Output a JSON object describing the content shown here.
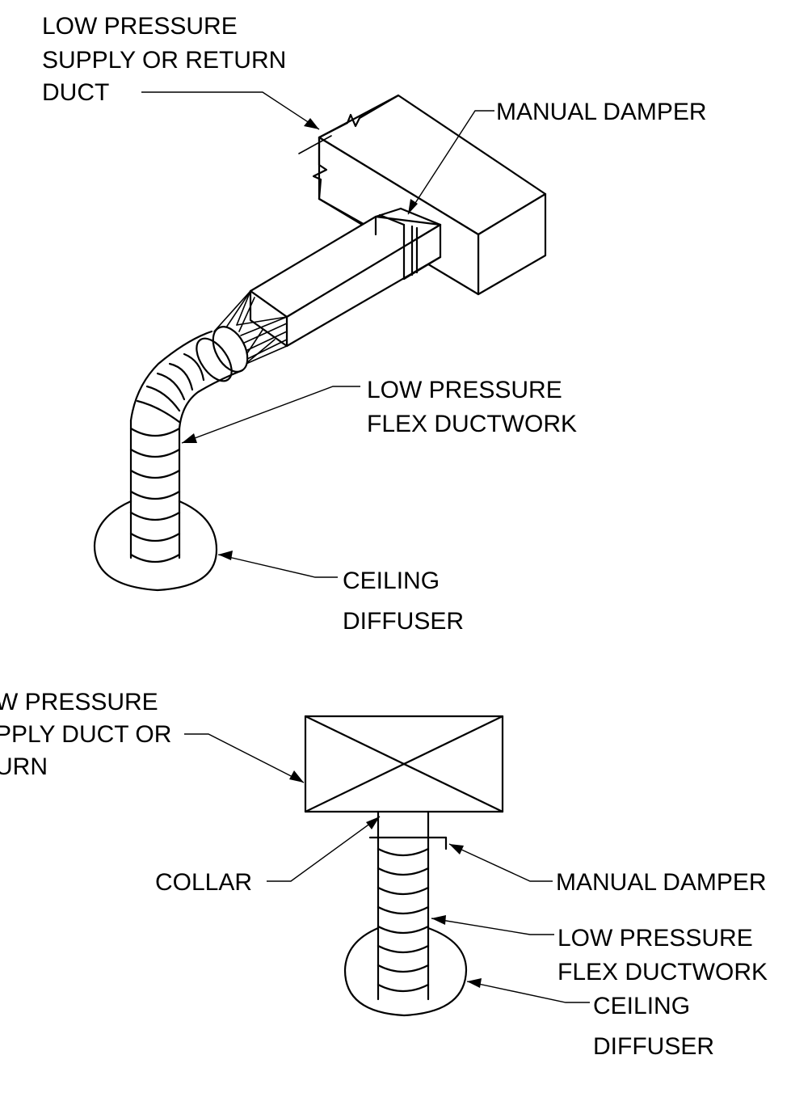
{
  "isometric_view": {
    "label_duct": [
      "LOW PRESSURE",
      "SUPPLY OR RETURN",
      "DUCT"
    ],
    "label_damper": "MANUAL DAMPER",
    "label_flex": [
      "LOW PRESSURE",
      "FLEX DUCTWORK"
    ],
    "label_diffuser": [
      "CEILING",
      "DIFFUSER"
    ]
  },
  "section_view": {
    "label_duct": [
      "W PRESSURE",
      "PPLY DUCT OR",
      "URN"
    ],
    "label_collar": "COLLAR",
    "label_damper": "MANUAL DAMPER",
    "label_flex": [
      "LOW PRESSURE",
      "FLEX DUCTWORK"
    ],
    "label_diffuser": [
      "CEILING",
      "DIFFUSER"
    ]
  }
}
